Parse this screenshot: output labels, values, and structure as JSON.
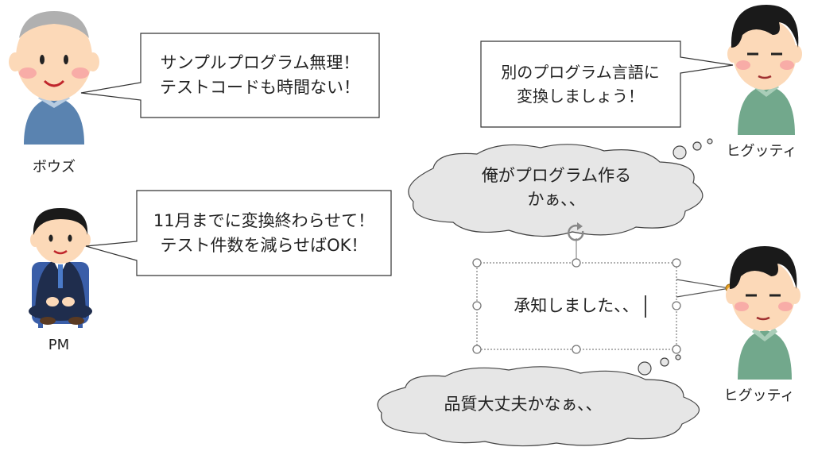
{
  "characters": {
    "boss": {
      "label": "ボウズ"
    },
    "pm": {
      "label": "PM"
    },
    "higgy_top": {
      "label": "ヒグッティ"
    },
    "higgy_bottom": {
      "label": "ヒグッティ"
    }
  },
  "bubbles": {
    "boss_line1": "サンプルプログラム無理！",
    "boss_line2": "テストコードも時間ない！",
    "pm_line1": "11月までに変換終わらせて！",
    "pm_line2": "テスト件数を減らせばOK！",
    "higgy_line1": "別のプログラム言語に",
    "higgy_line2": "変換しましょう！",
    "reply": "承知しました、、"
  },
  "thoughts": {
    "top_line1": "俺がプログラム作る",
    "top_line2": "かぁ、、",
    "bottom": "品質大丈夫かなぁ、、"
  },
  "colors": {
    "cloud_fill": "#e6e6e6",
    "skin": "#fcd9b8",
    "hair_black": "#1a1a1a",
    "boss_shirt": "#5a83b0",
    "higgy_shirt": "#72a88c",
    "suit": "#1f2d4d",
    "chair": "#3a5ea8",
    "anchor_dot": "#e6a020"
  },
  "icons": [
    "rotate-icon",
    "selection-handle"
  ]
}
